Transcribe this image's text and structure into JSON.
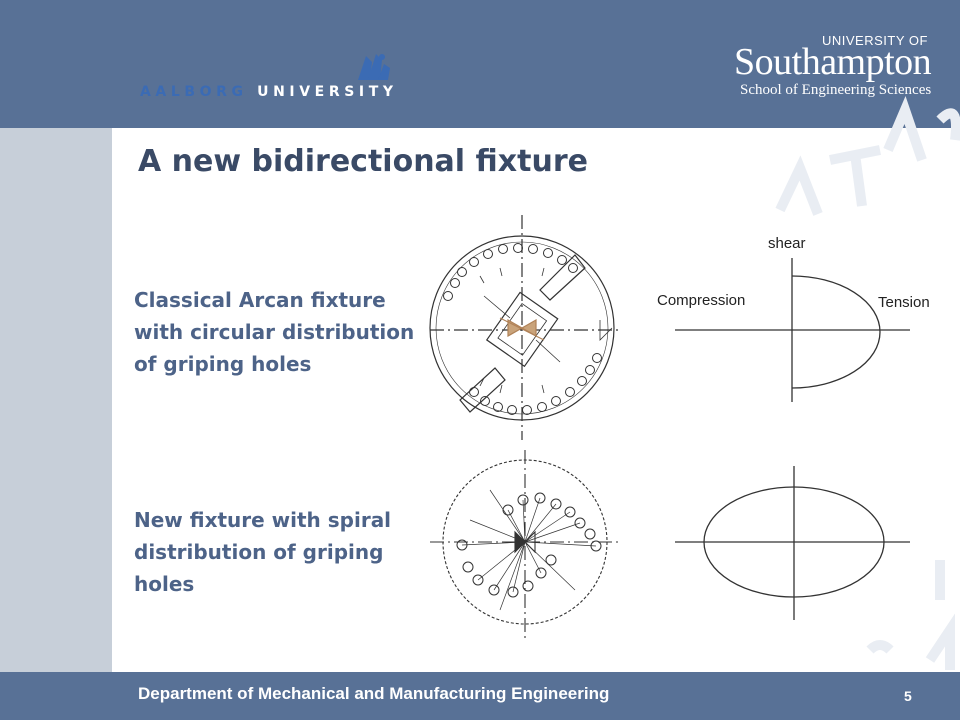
{
  "header": {
    "aalborg_part1": "AALBORG",
    "aalborg_part2": "UNIVERSITY",
    "university_of": "UNIVERSITY OF",
    "southampton": "Southampton",
    "school": "School of Engineering Sciences"
  },
  "slide": {
    "title": "A new bidirectional fixture",
    "item1_text": "Classical Arcan fixture with circular distribution of griping holes",
    "item2_text": "New fixture with spiral distribution of griping holes"
  },
  "envelope1": {
    "shear_label": "shear",
    "compression_label": "Compression",
    "tension_label": "Tension"
  },
  "footer": {
    "department": "Department of Mechanical and Manufacturing Engineering",
    "page_number": "5"
  },
  "colors": {
    "header_bg": "#587196",
    "left_strip": "#c7cfd9",
    "title_color": "#3a4a66",
    "text_color": "#4d6388",
    "aalborg_blue": "#3b6bb4"
  },
  "icons": {
    "aalborg_logo": "aalborg-bird-logo-icon"
  }
}
